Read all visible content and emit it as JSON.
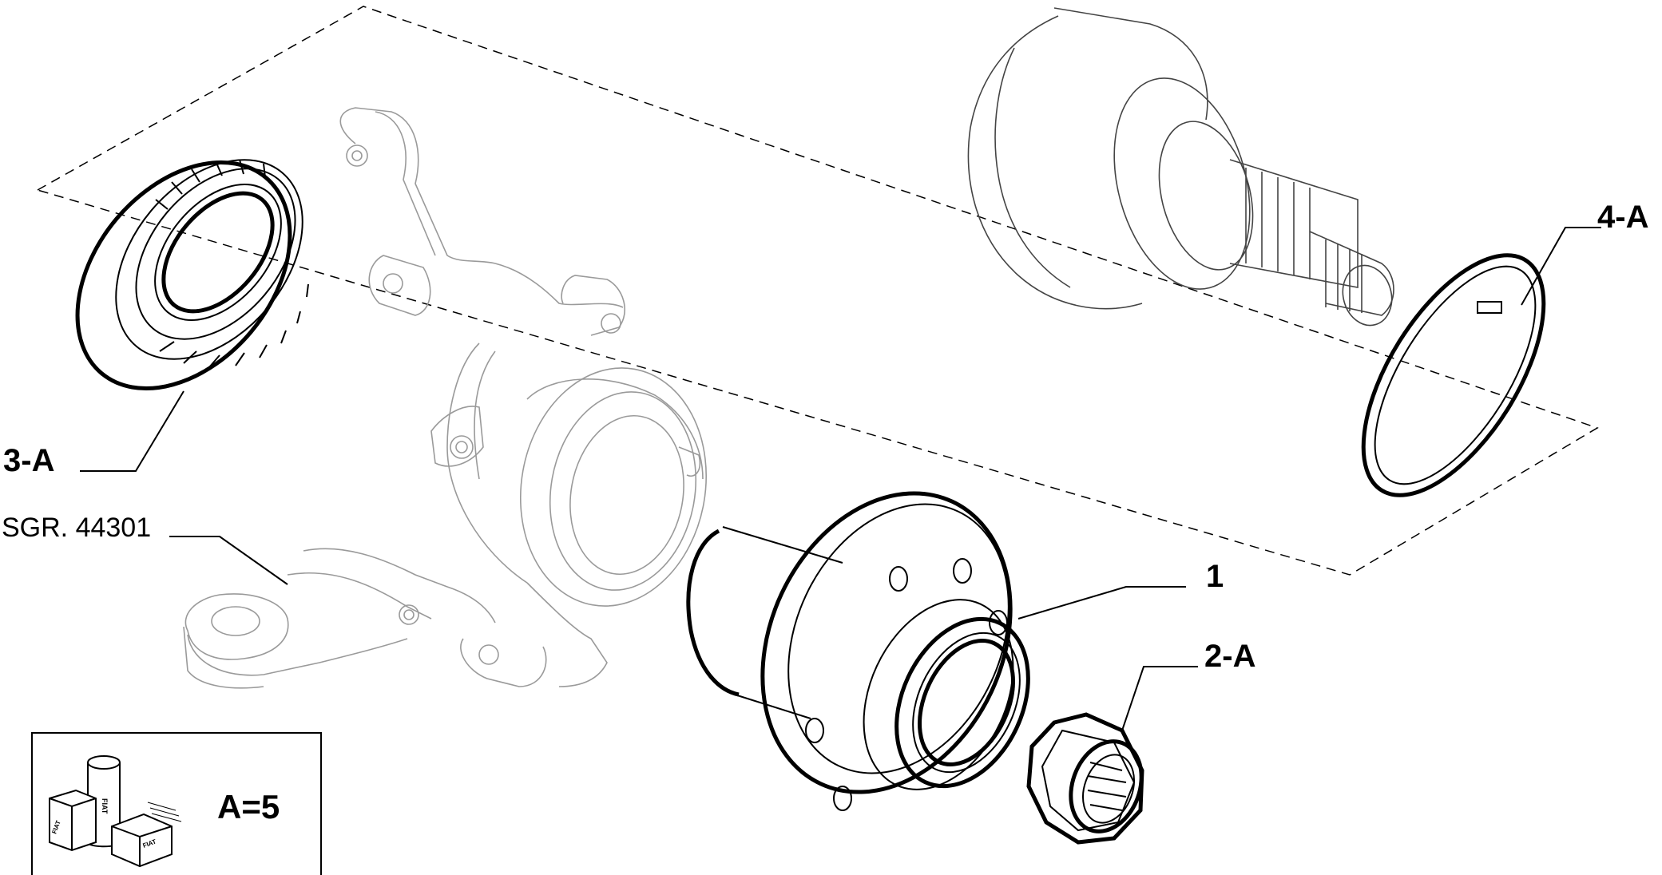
{
  "callouts": {
    "part_1": "1",
    "part_2": "2-A",
    "part_3": "3-A",
    "part_4": "4-A",
    "reference": "SGR. 44301"
  },
  "package_box": {
    "logo_text": "FIAT",
    "quantity_label": "A=5"
  }
}
